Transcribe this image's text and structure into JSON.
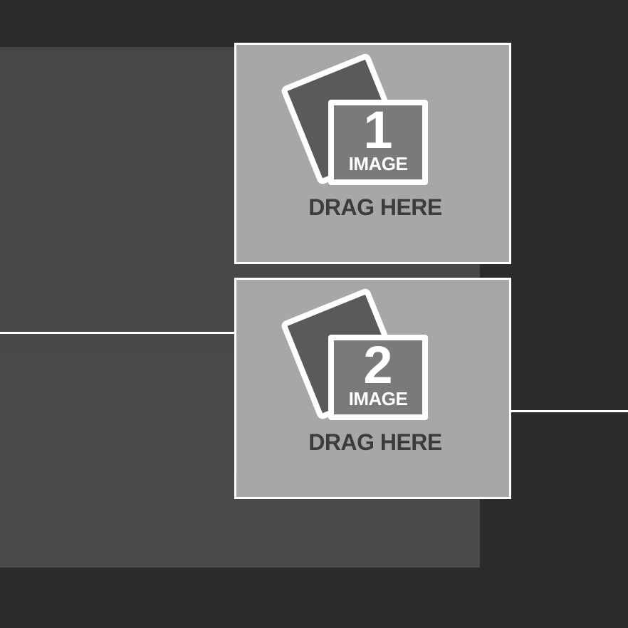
{
  "drop_zones": [
    {
      "number": "1",
      "image_label": "IMAGE",
      "action_label": "DRAG HERE",
      "icon": "photo-stack-icon"
    },
    {
      "number": "2",
      "image_label": "IMAGE",
      "action_label": "DRAG HERE",
      "icon": "photo-stack-icon"
    }
  ],
  "colors": {
    "background": "#2b2b2b",
    "backdrop_panel": "#484848",
    "drop_zone_fill": "#a7a7a7",
    "border": "#ffffff",
    "label_text": "#3c3c3c"
  }
}
